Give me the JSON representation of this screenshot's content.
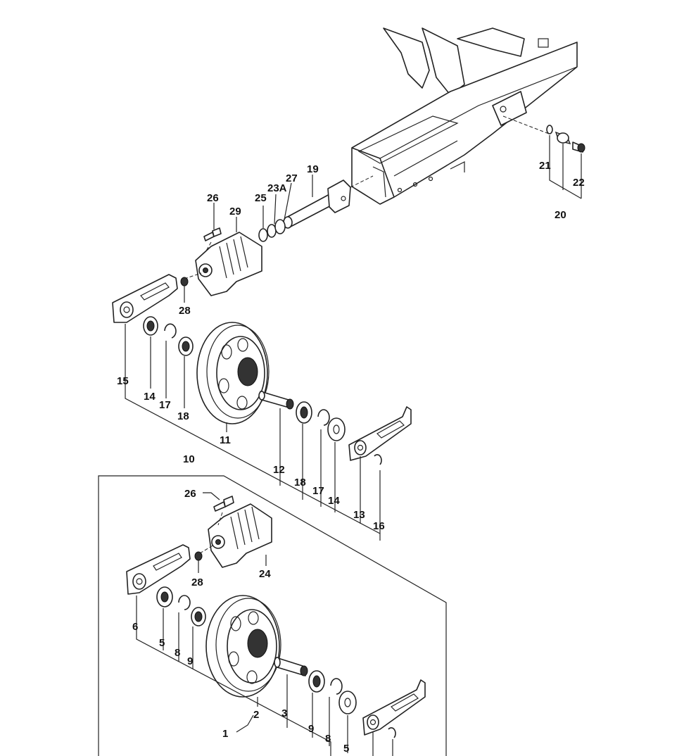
{
  "callouts": {
    "c1": "1",
    "c2": "2",
    "c3": "3",
    "c5a": "5",
    "c5b": "5",
    "c6": "6",
    "c8a": "8",
    "c8b": "8",
    "c9a": "9",
    "c9b": "9",
    "c10": "10",
    "c11": "11",
    "c12": "12",
    "c13": "13",
    "c14a": "14",
    "c14b": "14",
    "c15": "15",
    "c16": "16",
    "c17a": "17",
    "c17b": "17",
    "c18a": "18",
    "c18b": "18",
    "c19": "19",
    "c20": "20",
    "c21": "21",
    "c22": "22",
    "c23a": "23A",
    "c24": "24",
    "c25": "25",
    "c26a": "26",
    "c26b": "26",
    "c27": "27",
    "c28a": "28",
    "c28b": "28",
    "c29": "29"
  }
}
